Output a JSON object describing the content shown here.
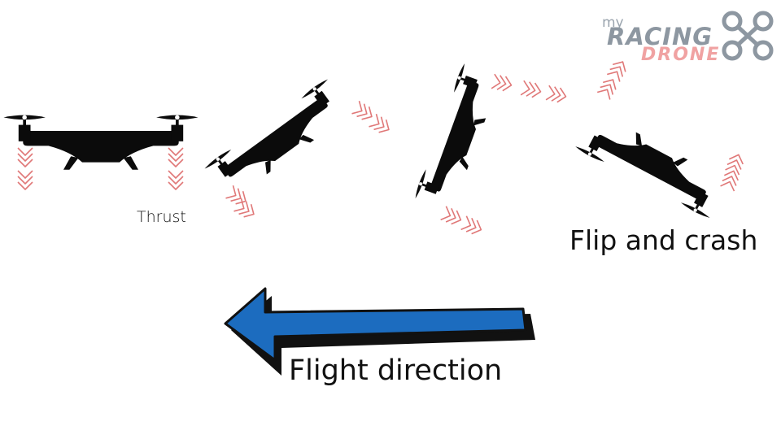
{
  "labels": {
    "thrust": "Thrust",
    "flip": "Flip and crash",
    "flight": "Flight direction"
  },
  "logo": {
    "my": "my",
    "racing": "RACING",
    "drone": "DRONE"
  },
  "colors": {
    "drone": "#0b0b0b",
    "thrust_chevron": "#e07878",
    "arrow_fill": "#1c6cbf",
    "arrow_outline": "#111111",
    "logo_gray": "#8d97a1",
    "logo_red": "#f0a2a2"
  },
  "icons": [
    "drone-icon",
    "thrust-chevrons-icon",
    "flight-direction-arrow",
    "quadcopter-logo-icon"
  ]
}
